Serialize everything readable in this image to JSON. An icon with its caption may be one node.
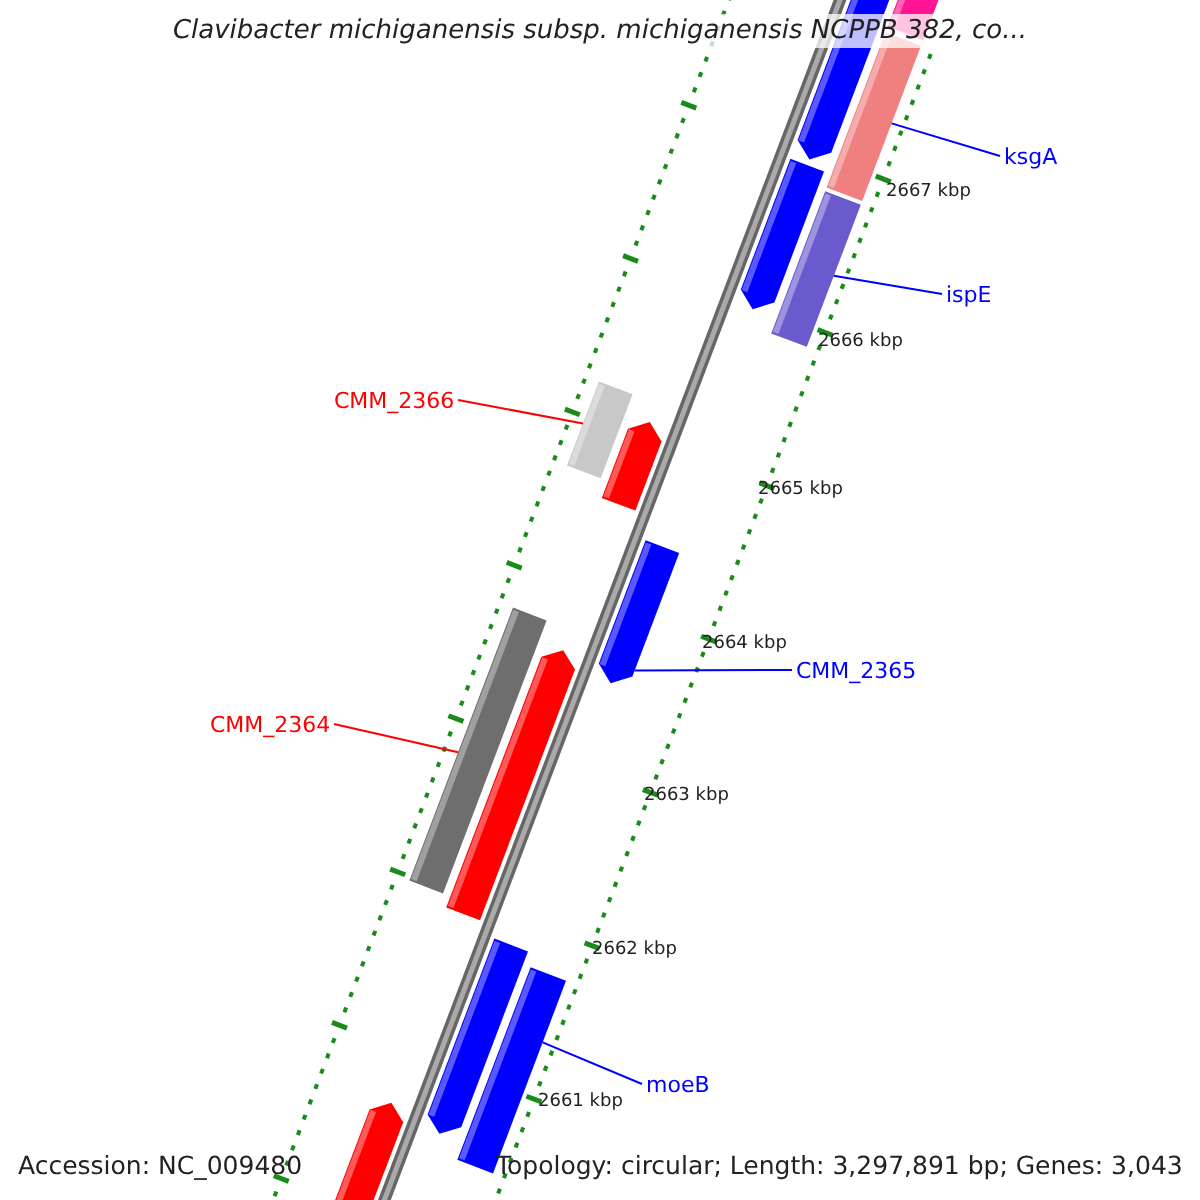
{
  "diagram": {
    "title": "Clavibacter michiganensis subsp. michiganensis NCPPB 382, co...",
    "nodes": [
      {
        "text": [
          "ksgA"
        ]
      },
      {
        "text": [],
        "shape": "bar"
      },
      {
        "text": [
          "ispE"
        ]
      },
      {
        "text": [],
        "shape": "bar"
      },
      {
        "text": [
          "CMM_2366"
        ]
      },
      {
        "text": [],
        "shape": "bar"
      },
      {
        "text": [
          "CMM_2365"
        ]
      },
      {
        "text": [],
        "shape": "bar"
      },
      {
        "text": [
          "CMM_2364"
        ]
      },
      {
        "text": [],
        "shape": "bar"
      },
      {
        "text": [
          "moeB"
        ]
      },
      {
        "text": [],
        "shape": "bar"
      }
    ],
    "edges": [
      {
        "from": 0,
        "to": 1,
        "arrow": "none"
      },
      {
        "from": 2,
        "to": 3,
        "arrow": "none"
      },
      {
        "from": 4,
        "to": 5,
        "arrow": "none",
        "color": "#ff0000"
      },
      {
        "from": 6,
        "to": 7,
        "arrow": "none"
      },
      {
        "from": 8,
        "to": 9,
        "arrow": "none",
        "color": "#ff0000"
      },
      {
        "from": 10,
        "to": 11,
        "arrow": "none"
      }
    ],
    "labels": [
      "2667 kbp",
      "2666 kbp",
      "2665 kbp",
      "2664 kbp",
      "2663 kbp",
      "2662 kbp",
      "2661 kbp",
      "Accession: NC_009480",
      "Topology: circular; Length: 3,297,891 bp; Genes: 3,043"
    ]
  }
}
